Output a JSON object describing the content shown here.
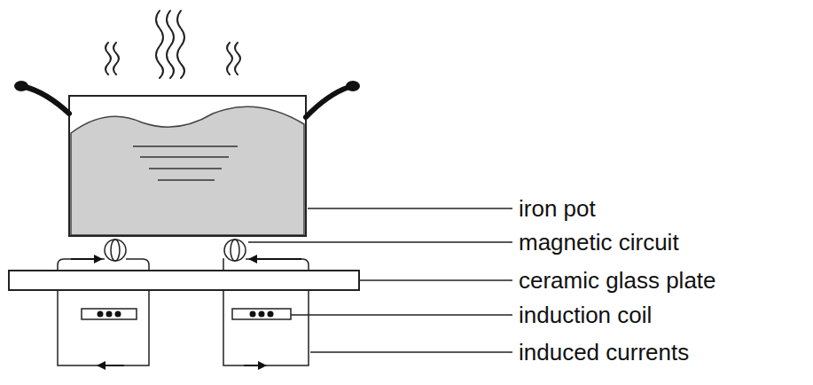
{
  "diagram": {
    "labels": [
      "iron pot",
      "magnetic circuit",
      "ceramic glass plate",
      "induction coil",
      "induced currents"
    ]
  }
}
